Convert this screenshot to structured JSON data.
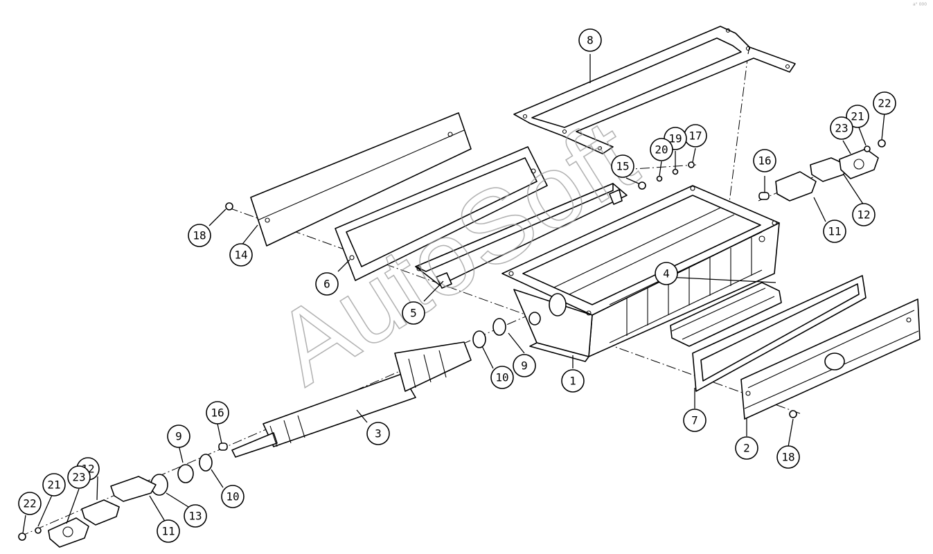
{
  "drawing": {
    "watermark": "AutoSoft",
    "corner_mark": "a° 000"
  },
  "callouts": [
    {
      "label": "1"
    },
    {
      "label": "2"
    },
    {
      "label": "3"
    },
    {
      "label": "4"
    },
    {
      "label": "5"
    },
    {
      "label": "6"
    },
    {
      "label": "7"
    },
    {
      "label": "8"
    },
    {
      "label": "9"
    },
    {
      "label": "9"
    },
    {
      "label": "10"
    },
    {
      "label": "10"
    },
    {
      "label": "11"
    },
    {
      "label": "11"
    },
    {
      "label": "12"
    },
    {
      "label": "12"
    },
    {
      "label": "13"
    },
    {
      "label": "14"
    },
    {
      "label": "15"
    },
    {
      "label": "16"
    },
    {
      "label": "16"
    },
    {
      "label": "17"
    },
    {
      "label": "18"
    },
    {
      "label": "18"
    },
    {
      "label": "19"
    },
    {
      "label": "20"
    },
    {
      "label": "21"
    },
    {
      "label": "21"
    },
    {
      "label": "22"
    },
    {
      "label": "22"
    },
    {
      "label": "23"
    },
    {
      "label": "23"
    }
  ]
}
